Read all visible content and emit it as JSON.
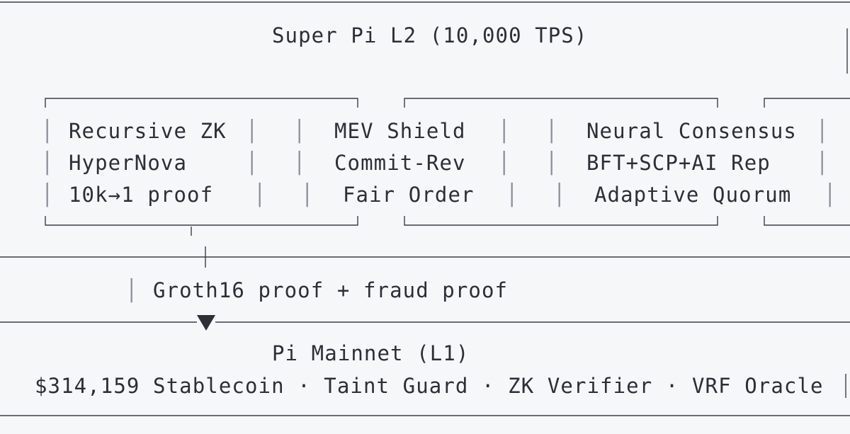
{
  "l2": {
    "title": "Super Pi L2 (10,000 TPS)"
  },
  "modules": [
    {
      "lines": [
        "Recursive ZK",
        "HyperNova",
        "10k→1 proof"
      ]
    },
    {
      "lines": [
        "MEV Shield",
        "Commit-Rev",
        "Fair Order"
      ]
    },
    {
      "lines": [
        "Neural Consensus",
        "BFT+SCP+AI Rep",
        "Adaptive Quorum"
      ]
    }
  ],
  "bridge": {
    "label": "Groth16 proof + fraud proof"
  },
  "l1": {
    "title": "Pi Mainnet (L1)",
    "features": "$314,159 Stablecoin · Taint Guard · ZK Verifier · VRF Oracle"
  },
  "colors": {
    "background": "#f6f7f9",
    "text": "#2b2f36",
    "lines": "#3a3f47"
  }
}
